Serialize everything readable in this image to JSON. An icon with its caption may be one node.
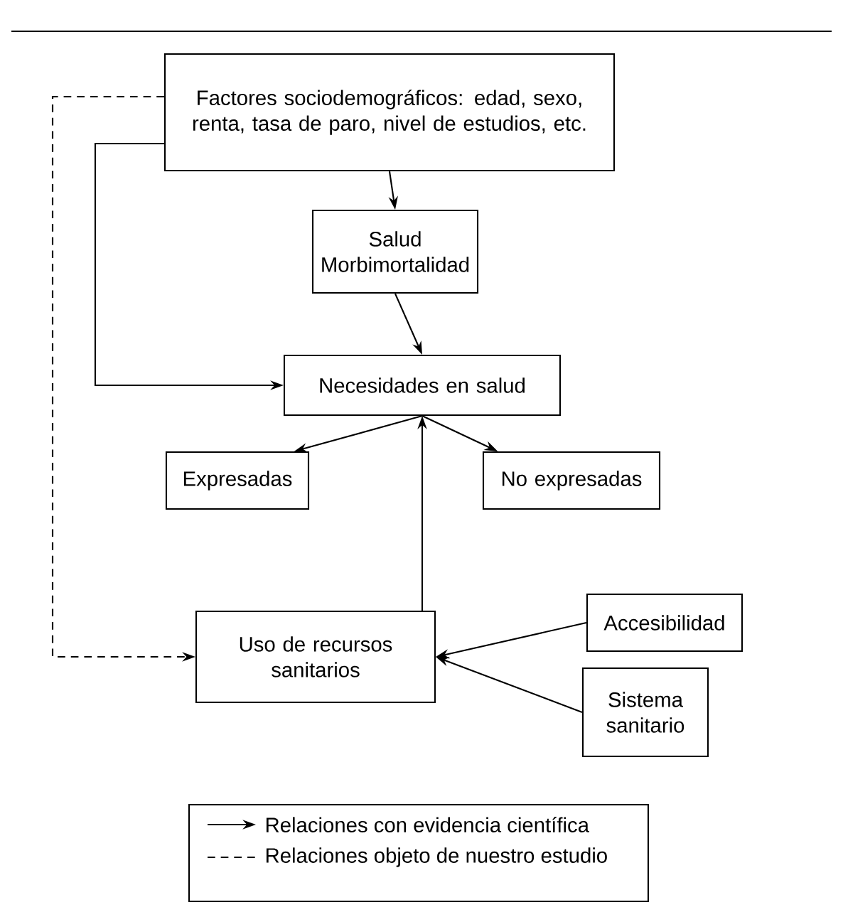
{
  "diagram": {
    "nodes": [
      {
        "text": [
          "Factores sociodemográficos: edad, sexo, renta, tasa de paro, nivel de estudios, etc."
        ]
      },
      {
        "text": [
          "Salud Morbimortalidad"
        ]
      },
      {
        "text": [
          "Necesidades en salud"
        ]
      },
      {
        "text": [
          "Expresadas"
        ]
      },
      {
        "text": [
          "No expresadas"
        ]
      },
      {
        "text": [
          "Uso de recursos sanitarios"
        ]
      },
      {
        "text": [
          "Accesibilidad"
        ]
      },
      {
        "text": [
          "Sistema sanitario"
        ]
      }
    ],
    "edges": [
      {
        "from": 0,
        "to": 1,
        "arrow": "to"
      },
      {
        "from": 1,
        "to": 2,
        "arrow": "to"
      },
      {
        "from": 0,
        "to": 2,
        "arrow": "to"
      },
      {
        "from": 0,
        "to": 5,
        "arrow": "to",
        "style": "dashed"
      },
      {
        "from": 2,
        "to": 3,
        "arrow": "to"
      },
      {
        "from": 2,
        "to": 4,
        "arrow": "to"
      },
      {
        "from": 5,
        "to": 2,
        "arrow": "to"
      },
      {
        "from": 6,
        "to": 5,
        "arrow": "to"
      },
      {
        "from": 7,
        "to": 5,
        "arrow": "to"
      }
    ],
    "legend": [
      {
        "text": "Relaciones con evidencia científica"
      },
      {
        "text": "Relaciones objeto de nuestro estudio"
      }
    ]
  }
}
